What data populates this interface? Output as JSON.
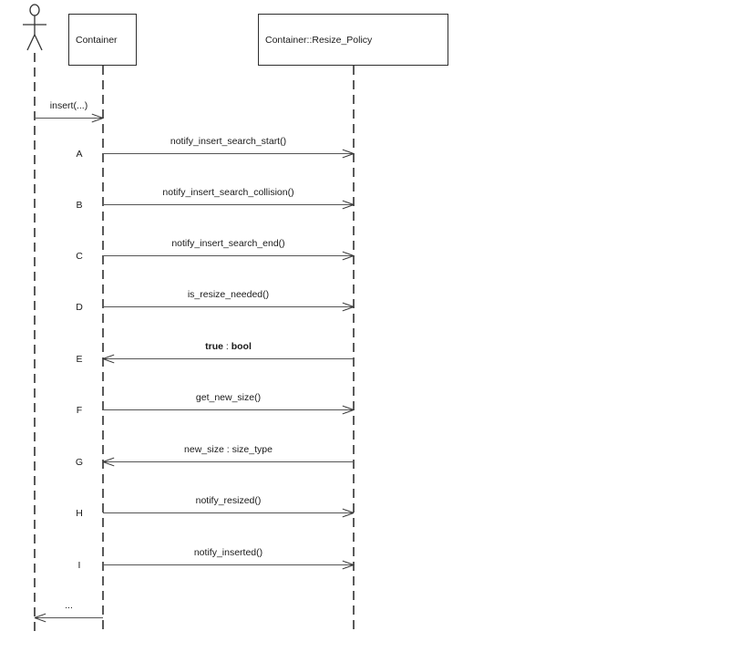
{
  "colors": {
    "background": "#ffffff",
    "line": "#555555",
    "arrowhead": "#333333",
    "box_border": "#2e2e2e",
    "text": "#1a1a1a"
  },
  "participants": [
    {
      "label": "Container"
    },
    {
      "label": "Container::Resize_Policy"
    }
  ],
  "messages": [
    {
      "id": "",
      "label": "insert(...)",
      "from": "actor",
      "to": "Container",
      "direction": "right"
    },
    {
      "id": "A",
      "label": "notify_insert_search_start()",
      "from": "Container",
      "to": "Container::Resize_Policy",
      "direction": "right"
    },
    {
      "id": "B",
      "label": "notify_insert_search_collision()",
      "from": "Container",
      "to": "Container::Resize_Policy",
      "direction": "right"
    },
    {
      "id": "C",
      "label": "notify_insert_search_end()",
      "from": "Container",
      "to": "Container::Resize_Policy",
      "direction": "right"
    },
    {
      "id": "D",
      "label": "is_resize_needed()",
      "from": "Container",
      "to": "Container::Resize_Policy",
      "direction": "right"
    },
    {
      "id": "E",
      "label_bold_1": "true",
      "label_sep": " : ",
      "label_bold_2": "bool",
      "from": "Container::Resize_Policy",
      "to": "Container",
      "direction": "left"
    },
    {
      "id": "F",
      "label": "get_new_size()",
      "from": "Container",
      "to": "Container::Resize_Policy",
      "direction": "right"
    },
    {
      "id": "G",
      "label": "new_size : size_type",
      "from": "Container::Resize_Policy",
      "to": "Container",
      "direction": "left"
    },
    {
      "id": "H",
      "label": "notify_resized()",
      "from": "Container",
      "to": "Container::Resize_Policy",
      "direction": "right"
    },
    {
      "id": "I",
      "label": "notify_inserted()",
      "from": "Container",
      "to": "Container::Resize_Policy",
      "direction": "right"
    },
    {
      "id": "",
      "label": "...",
      "from": "Container",
      "to": "actor",
      "direction": "left"
    }
  ]
}
